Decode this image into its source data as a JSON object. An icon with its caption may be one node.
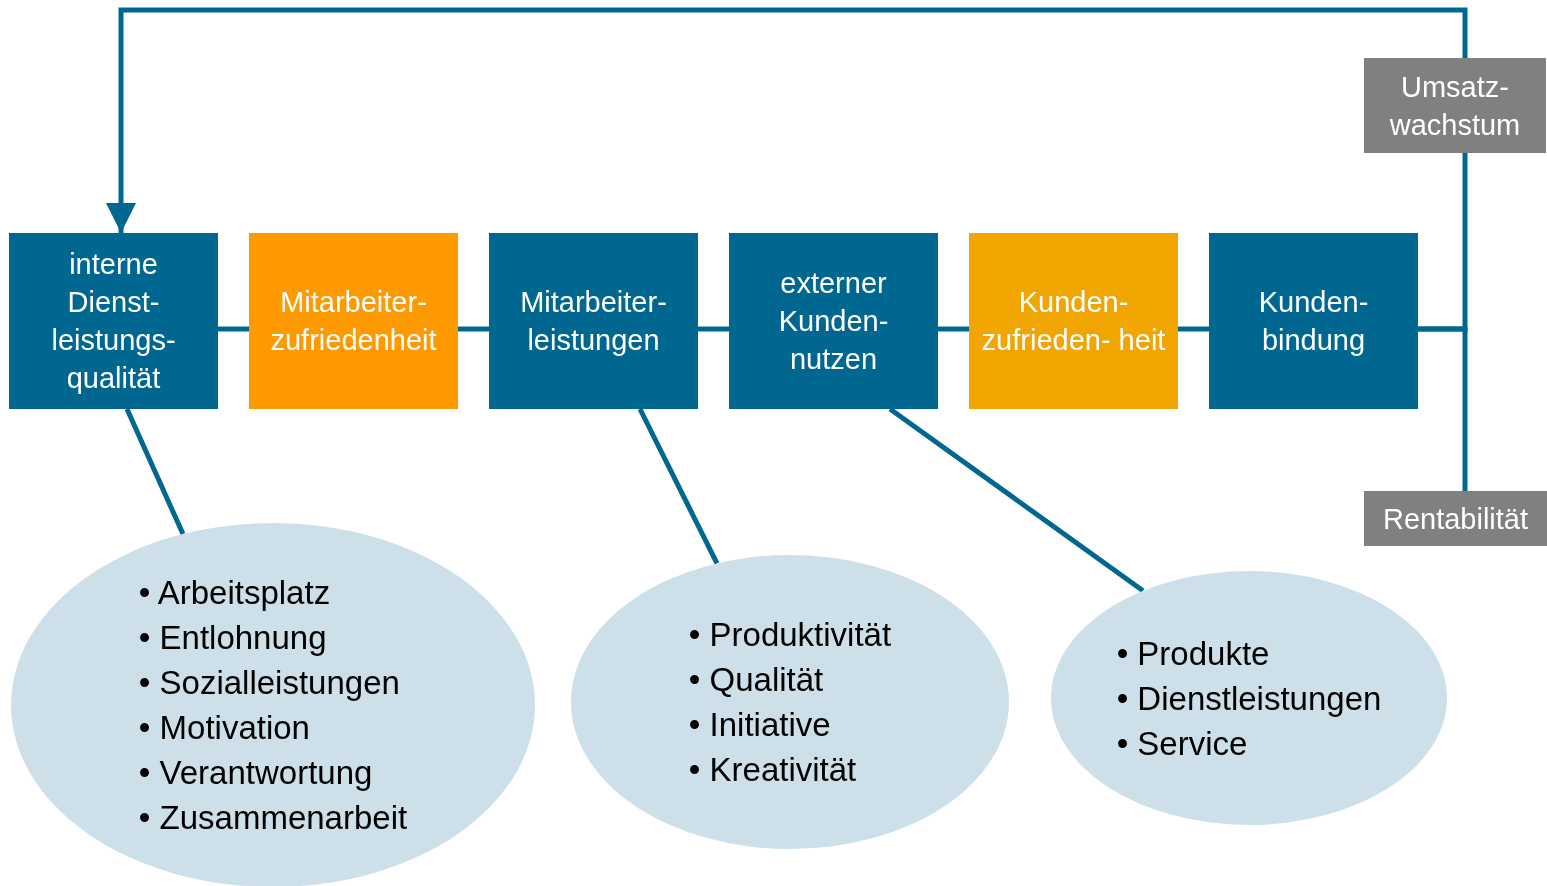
{
  "diagram": {
    "nodes": [
      {
        "text": [
          "Umsatz- wachstum"
        ]
      },
      {
        "text": [
          "interne Dienst- leistungs- qualität"
        ]
      },
      {
        "text": [
          "Mitarbeiter- zufriedenheit"
        ]
      },
      {
        "text": [
          "Mitarbeiter- leistungen"
        ]
      },
      {
        "text": [
          "externer Kunden- nutzen"
        ]
      },
      {
        "text": [
          "Kunden- zufrieden- heit"
        ]
      },
      {
        "text": [
          "Kunden- bindung"
        ]
      },
      {
        "text": [
          "Rentabilität"
        ]
      },
      {
        "text": [
          "• Arbeitsplatz",
          "• Entlohnung",
          "• Sozialleistungen",
          "• Motivation",
          "• Verantwortung",
          "• Zusammenarbeit"
        ]
      },
      {
        "text": [
          "• Produktivität",
          "• Qualität",
          "• Initiative",
          "• Kreativität"
        ]
      },
      {
        "text": [
          "• Produkte",
          "• Dienstleistungen",
          "• Service"
        ]
      }
    ],
    "edges": [
      {
        "from": 1,
        "to": 2,
        "arrow": "none"
      },
      {
        "from": 2,
        "to": 3,
        "arrow": "none"
      },
      {
        "from": 3,
        "to": 4,
        "arrow": "none"
      },
      {
        "from": 4,
        "to": 5,
        "arrow": "none"
      },
      {
        "from": 5,
        "to": 6,
        "arrow": "none"
      },
      {
        "from": 6,
        "to": 0,
        "arrow": "none"
      },
      {
        "from": 6,
        "to": 7,
        "arrow": "none"
      },
      {
        "from": 0,
        "to": 1,
        "arrow": "to"
      },
      {
        "from": 1,
        "to": 8,
        "arrow": "none"
      },
      {
        "from": 3,
        "to": 9,
        "arrow": "none"
      },
      {
        "from": 4,
        "to": 10,
        "arrow": "none"
      }
    ]
  }
}
